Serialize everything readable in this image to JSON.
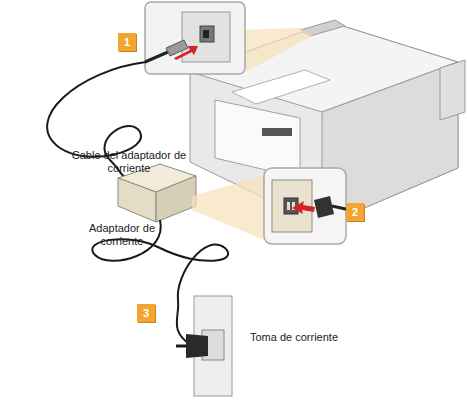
{
  "diagram": {
    "labels": [
      "1",
      "Cable del adaptador de corriente",
      "2",
      "Adaptador de corriente",
      "3",
      "Toma de corriente"
    ]
  }
}
